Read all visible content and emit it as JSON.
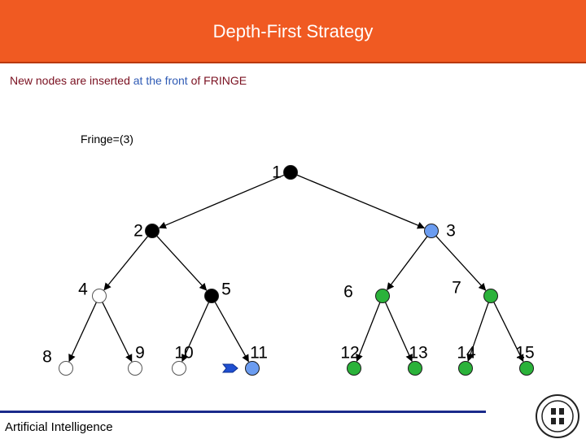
{
  "header": {
    "title": "Depth-First Strategy"
  },
  "subtitle": {
    "before": "New nodes are inserted ",
    "highlight": "at the front",
    "after": " of FRINGE"
  },
  "fringe": "Fringe=(3)",
  "footer": {
    "text": "Artificial Intelligence"
  },
  "colors": {
    "header_bg": "#f05a22",
    "expanded": "#000000",
    "in_fringe": "#6b9cf0",
    "unvisited": "#ffffff",
    "green": "#2bb23a",
    "edge": "#000000"
  },
  "tree": {
    "nodes": [
      {
        "id": "1",
        "label": "1",
        "state": "expanded"
      },
      {
        "id": "2",
        "label": "2",
        "state": "expanded"
      },
      {
        "id": "3",
        "label": "3",
        "state": "in_fringe"
      },
      {
        "id": "4",
        "label": "4",
        "state": "unvisited"
      },
      {
        "id": "5",
        "label": "5",
        "state": "expanded"
      },
      {
        "id": "6",
        "label": "6",
        "state": "green"
      },
      {
        "id": "7",
        "label": "7",
        "state": "green"
      },
      {
        "id": "8",
        "label": "8",
        "state": "unvisited"
      },
      {
        "id": "9",
        "label": "9",
        "state": "unvisited"
      },
      {
        "id": "10",
        "label": "10",
        "state": "unvisited"
      },
      {
        "id": "11",
        "label": "11",
        "state": "in_fringe"
      },
      {
        "id": "12",
        "label": "12",
        "state": "green"
      },
      {
        "id": "13",
        "label": "13",
        "state": "green"
      },
      {
        "id": "14",
        "label": "14",
        "state": "green"
      },
      {
        "id": "15",
        "label": "15",
        "state": "green"
      }
    ],
    "edges": [
      [
        "1",
        "2"
      ],
      [
        "1",
        "3"
      ],
      [
        "2",
        "4"
      ],
      [
        "2",
        "5"
      ],
      [
        "3",
        "6"
      ],
      [
        "3",
        "7"
      ],
      [
        "4",
        "8"
      ],
      [
        "4",
        "9"
      ],
      [
        "5",
        "10"
      ],
      [
        "5",
        "11"
      ],
      [
        "6",
        "12"
      ],
      [
        "6",
        "13"
      ],
      [
        "7",
        "14"
      ],
      [
        "7",
        "15"
      ]
    ],
    "pointer_at": "11"
  }
}
